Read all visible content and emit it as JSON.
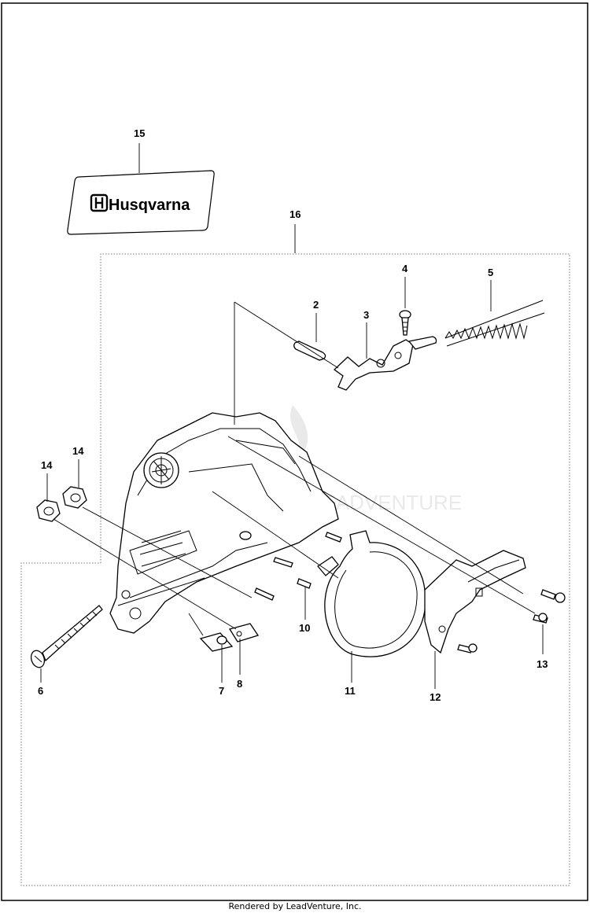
{
  "diagram": {
    "brand_label": "Husqvarna",
    "footer": "Rendered by LeadVenture, Inc.",
    "watermark": "LEADVENTURE",
    "callouts": [
      {
        "id": "c15",
        "text": "15"
      },
      {
        "id": "c16",
        "text": "16"
      },
      {
        "id": "c4",
        "text": "4"
      },
      {
        "id": "c5",
        "text": "5"
      },
      {
        "id": "c2",
        "text": "2"
      },
      {
        "id": "c3",
        "text": "3"
      },
      {
        "id": "c14a",
        "text": "14"
      },
      {
        "id": "c14b",
        "text": "14"
      },
      {
        "id": "c10",
        "text": "10"
      },
      {
        "id": "c13",
        "text": "13"
      },
      {
        "id": "c6",
        "text": "6"
      },
      {
        "id": "c7",
        "text": "7"
      },
      {
        "id": "c8",
        "text": "8"
      },
      {
        "id": "c11",
        "text": "11"
      },
      {
        "id": "c12",
        "text": "12"
      }
    ]
  }
}
